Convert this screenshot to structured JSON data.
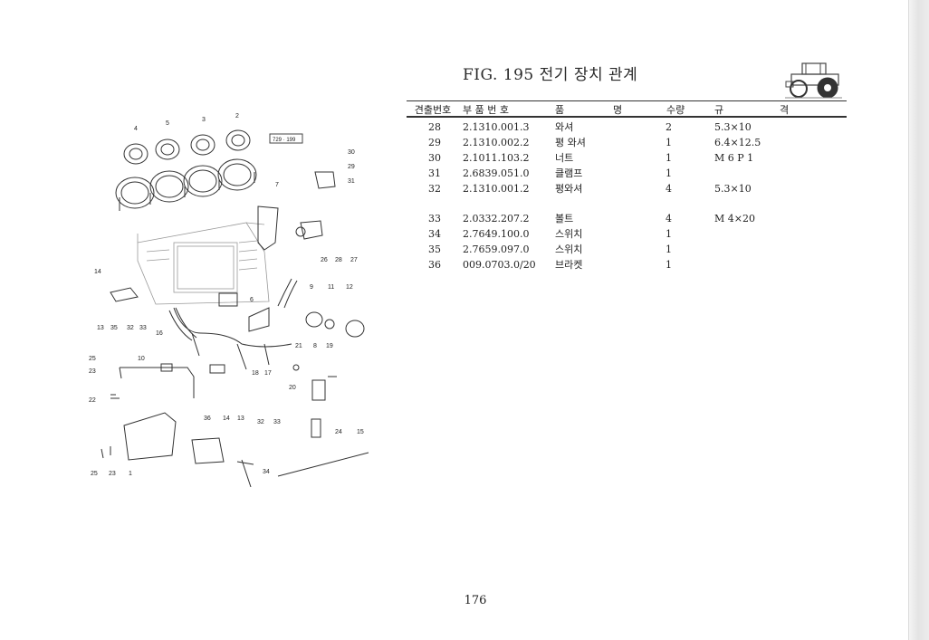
{
  "title": "FIG. 195 전기 장치 관계",
  "code_label": "729 · 199",
  "headers": {
    "no": "견출번호",
    "part": "부 품 번 호",
    "name1": "품",
    "name2": "명",
    "qty": "수량",
    "spec1": "규",
    "spec2": "격"
  },
  "rows": [
    {
      "no": "28",
      "part": "2.1310.001.3",
      "name": "와셔",
      "qty": "2",
      "spec": "5.3×10"
    },
    {
      "no": "29",
      "part": "2.1310.002.2",
      "name": "평 와셔",
      "qty": "1",
      "spec": "6.4×12.5"
    },
    {
      "no": "30",
      "part": "2.1011.103.2",
      "name": "너트",
      "qty": "1",
      "spec": "M 6 P 1"
    },
    {
      "no": "31",
      "part": "2.6839.051.0",
      "name": "클램프",
      "qty": "1",
      "spec": ""
    },
    {
      "no": "32",
      "part": "2.1310.001.2",
      "name": "평와셔",
      "qty": "4",
      "spec": "5.3×10"
    },
    {
      "no": "33",
      "part": "2.0332.207.2",
      "name": "볼트",
      "qty": "4",
      "spec": "M 4×20"
    },
    {
      "no": "34",
      "part": "2.7649.100.0",
      "name": "스위치",
      "qty": "1",
      "spec": ""
    },
    {
      "no": "35",
      "part": "2.7659.097.0",
      "name": "스위치",
      "qty": "1",
      "spec": ""
    },
    {
      "no": "36",
      "part": "009.0703.0/20",
      "name": "브라켓",
      "qty": "1",
      "spec": ""
    }
  ],
  "callouts": [
    "4",
    "5",
    "3",
    "2",
    "30",
    "29",
    "31",
    "7",
    "26",
    "28",
    "27",
    "14",
    "6",
    "9",
    "11",
    "12",
    "13",
    "35",
    "32",
    "33",
    "16",
    "21",
    "8",
    "19",
    "25",
    "10",
    "23",
    "18",
    "17",
    "20",
    "22",
    "36",
    "14",
    "13",
    "32",
    "33",
    "24",
    "15",
    "34",
    "25",
    "23",
    "1"
  ],
  "page_number": "176"
}
